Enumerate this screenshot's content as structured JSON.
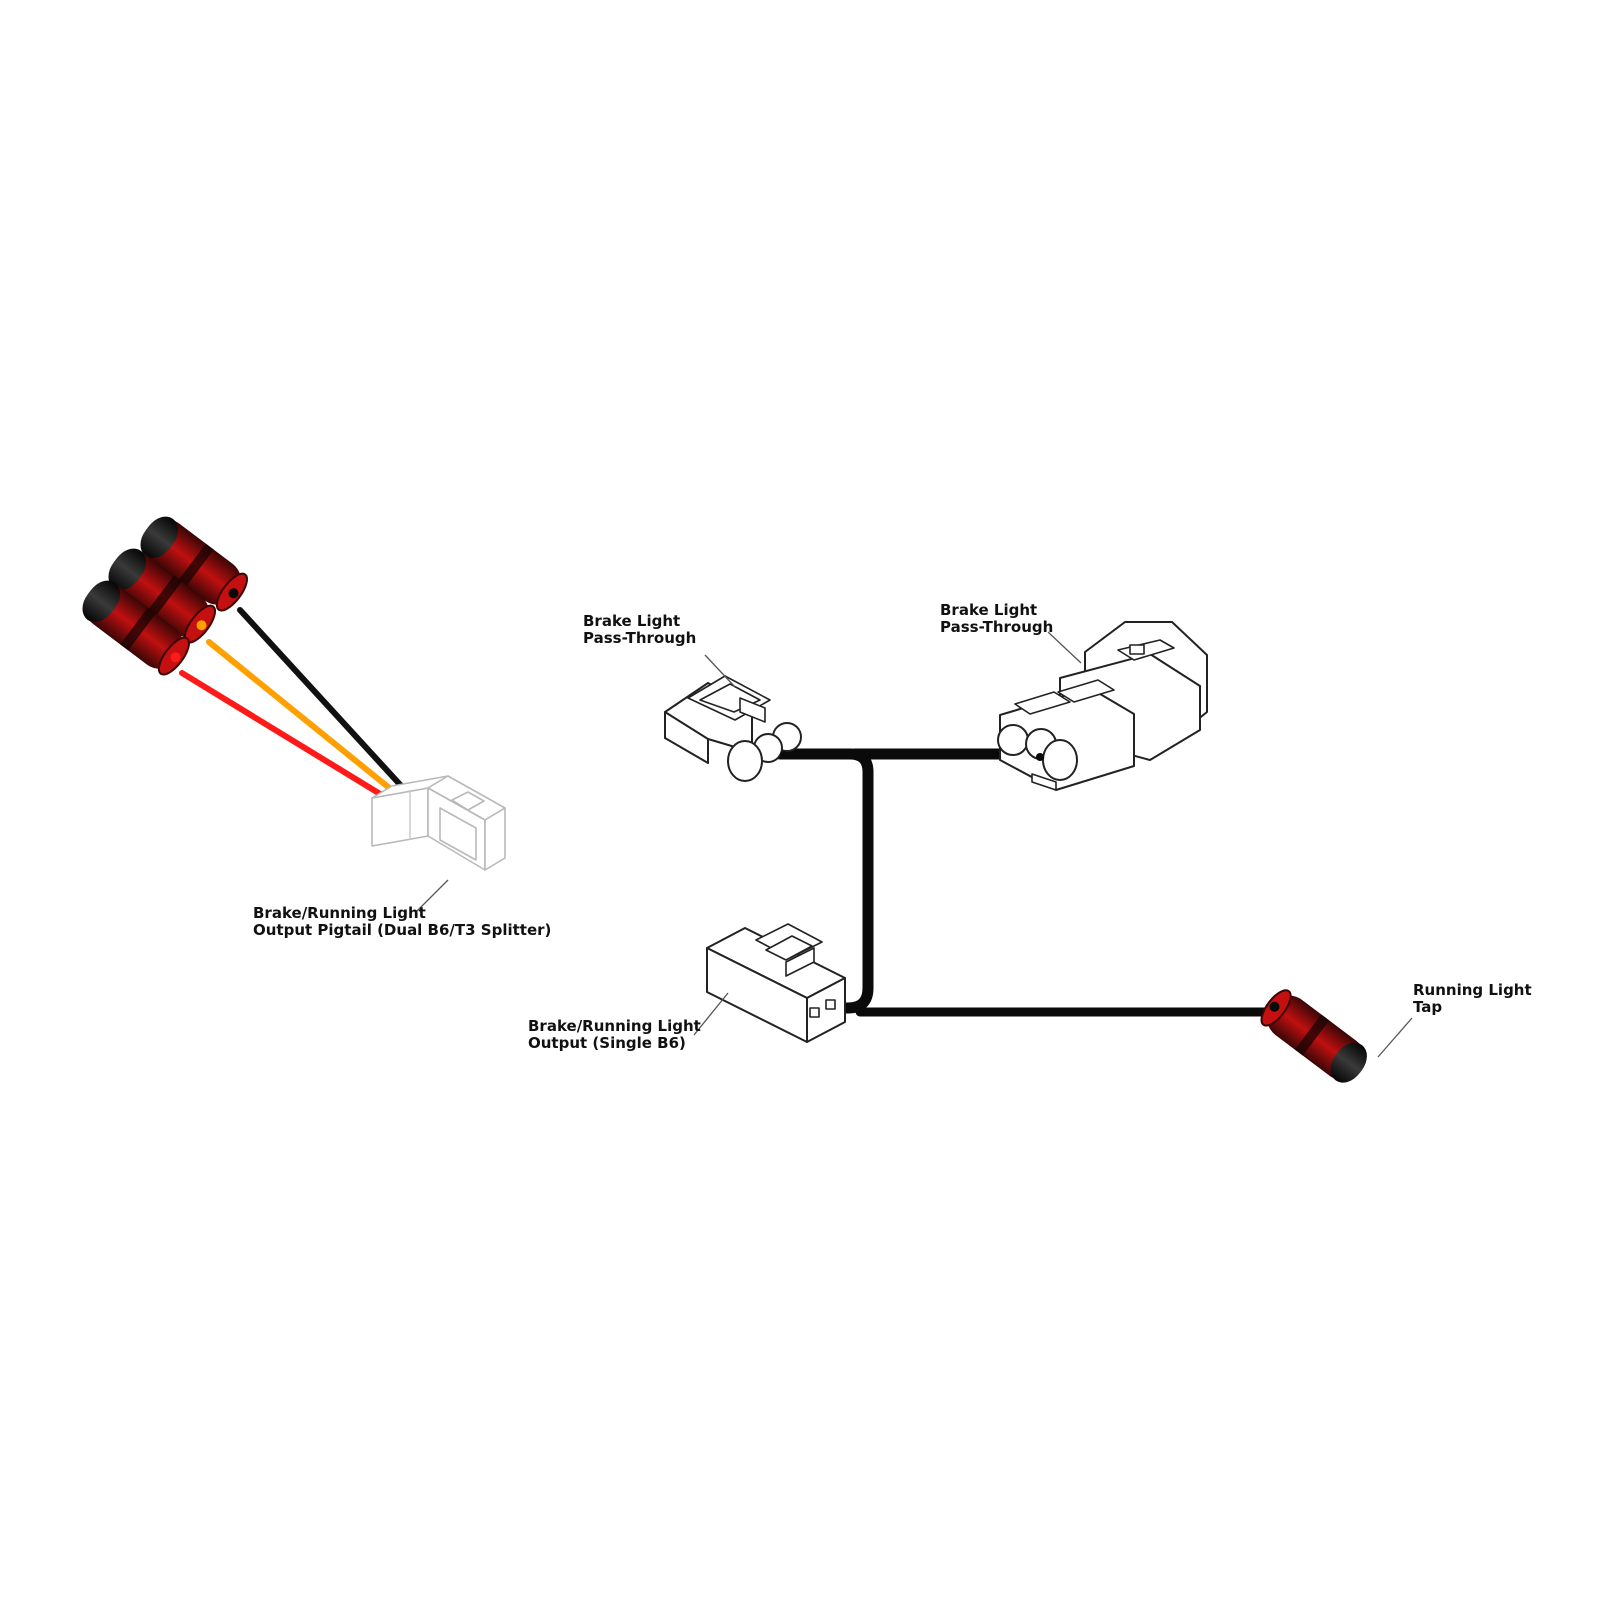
{
  "labels": {
    "pigtail": [
      "Brake/Running Light",
      "Output Pigtail (Dual B6/T3 Splitter)"
    ],
    "pass_through_left": [
      "Brake Light",
      "Pass-Through"
    ],
    "pass_through_right": [
      "Brake Light",
      "Pass-Through"
    ],
    "single_output": [
      "Brake/Running Light",
      "Output (Single B6)"
    ],
    "running_tap": [
      "Running Light",
      "Tap"
    ]
  },
  "colors": {
    "harness": "#0a0a0a",
    "wire_black": "#111111",
    "wire_orange": "#ffa000",
    "wire_red": "#ff1a1a",
    "tap_red": "#d91414",
    "tap_dark": "#1a0404",
    "ghost_connector": "#b9b9b9"
  },
  "icons": {
    "pigtail_taps": "bullet-terminal-icon",
    "pigtail_connector": "ghost-connector-icon",
    "left_connector": "connector-icon",
    "right_connector": "connector-icon",
    "single_connector": "connector-icon",
    "running_tap": "bullet-terminal-icon"
  }
}
